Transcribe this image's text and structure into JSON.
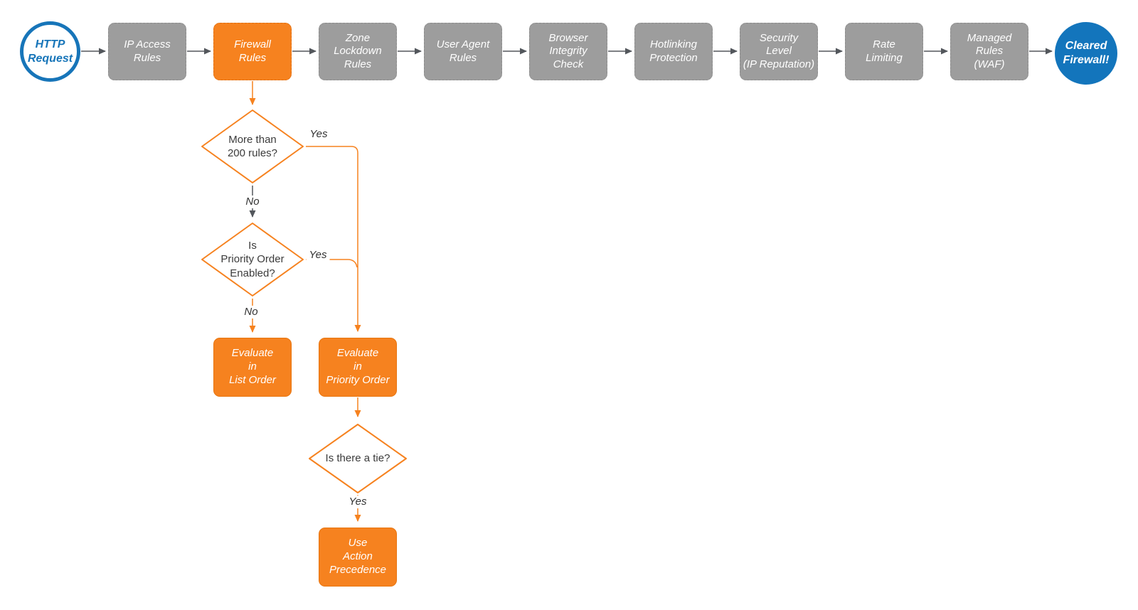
{
  "colors": {
    "orange": "#F6821F",
    "gray_box": "#9D9D9D",
    "blue_fill": "#1375BC",
    "blue_border": "#1775B9",
    "arrow_gray": "#53575C",
    "diamond_border": "#F6821F",
    "text_dark": "#3B3B3B"
  },
  "flow": {
    "start_label": "HTTP\nRequest",
    "end_label": "Cleared\nFirewall!",
    "stages": [
      {
        "label": "IP Access\nRules",
        "state": "default"
      },
      {
        "label": "Firewall\nRules",
        "state": "active"
      },
      {
        "label": "Zone\nLockdown\nRules",
        "state": "default"
      },
      {
        "label": "User Agent\nRules",
        "state": "default"
      },
      {
        "label": "Browser\nIntegrity\nCheck",
        "state": "default"
      },
      {
        "label": "Hotlinking\nProtection",
        "state": "default"
      },
      {
        "label": "Security\nLevel\n(IP Reputation)",
        "state": "default"
      },
      {
        "label": "Rate\nLimiting",
        "state": "default"
      },
      {
        "label": "Managed\nRules\n(WAF)",
        "state": "default"
      }
    ],
    "decisions": [
      {
        "label": "More than\n200 rules?"
      },
      {
        "label": "Is\nPriority Order\nEnabled?"
      },
      {
        "label": "Is there a tie?"
      }
    ],
    "actions": [
      {
        "label": "Evaluate\nin\nList Order"
      },
      {
        "label": "Evaluate\nin\nPriority Order"
      },
      {
        "label": "Use\nAction\nPrecedence"
      }
    ],
    "edge_labels": {
      "d1_yes": "Yes",
      "d1_no": "No",
      "d2_yes": "Yes",
      "d2_no": "No",
      "d3_yes": "Yes"
    }
  }
}
